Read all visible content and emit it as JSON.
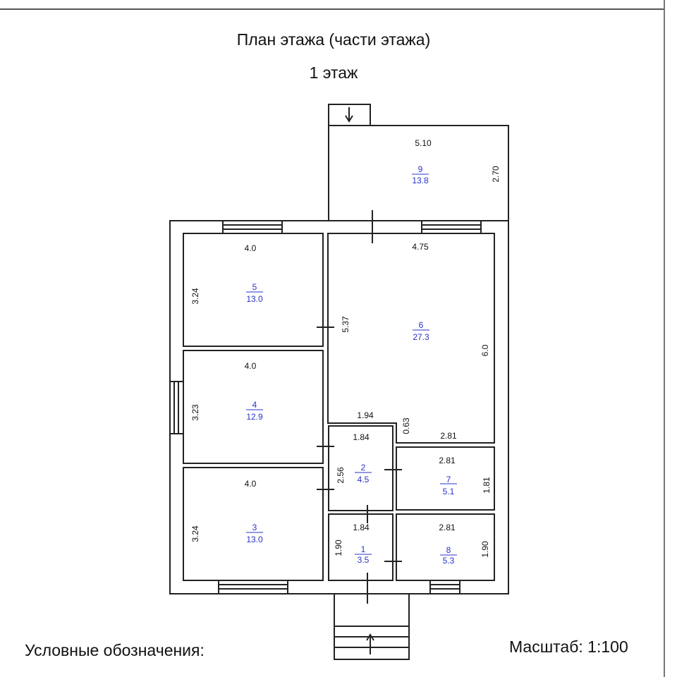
{
  "header": {
    "title": "План этажа (части этажа)",
    "floor": "1 этаж"
  },
  "footer": {
    "legend_label": "Условные обозначения:",
    "scale": "Масштаб: 1:100"
  },
  "rooms": [
    {
      "number": "1",
      "area": "3.5",
      "width": "1.84",
      "height": "1.90"
    },
    {
      "number": "2",
      "area": "4.5",
      "width": "1.84",
      "height": "2.56"
    },
    {
      "number": "3",
      "area": "13.0",
      "width": "4.0",
      "height": "3.24"
    },
    {
      "number": "4",
      "area": "12.9",
      "width": "4.0",
      "height": "3.23"
    },
    {
      "number": "5",
      "area": "13.0",
      "width": "4.0",
      "height": "3.24"
    },
    {
      "number": "6",
      "area": "27.3",
      "width": "4.75",
      "height": "6.0",
      "extra": [
        "5.37",
        "1.94",
        "0.63",
        "2.81"
      ]
    },
    {
      "number": "7",
      "area": "5.1",
      "width": "2.81",
      "height": "1.81"
    },
    {
      "number": "8",
      "area": "5.3",
      "width": "2.81",
      "height": "1.90"
    },
    {
      "number": "9",
      "area": "13.8",
      "width": "5.10",
      "height": "2.70"
    }
  ]
}
